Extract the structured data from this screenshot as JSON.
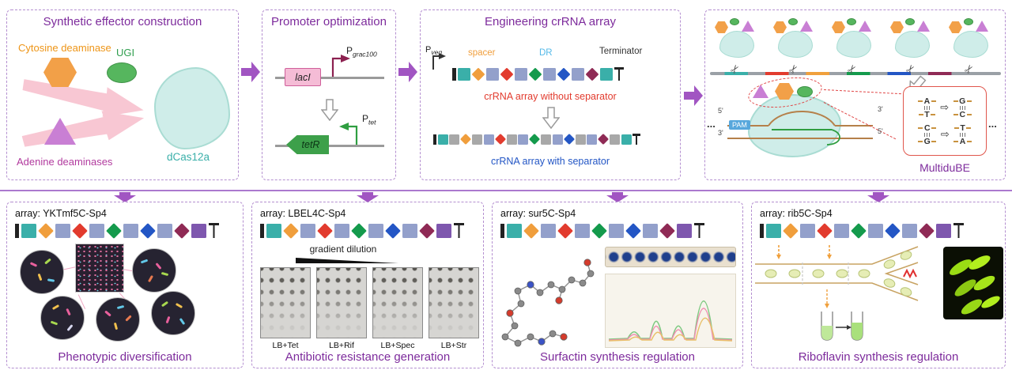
{
  "colors": {
    "teal": "#3aafa9",
    "slate": "#93a0cb",
    "gray": "#a8a8a8",
    "orange": "#f09e3c",
    "red": "#e23b2e",
    "green": "#149a4c",
    "blue": "#2356c5",
    "maroon": "#8f2a55",
    "purple": "#7e57ae"
  },
  "glyphs": {
    "scissors": "✂",
    "arrow_right": "⇨",
    "dots": "..."
  },
  "top": {
    "effector": {
      "title": "Synthetic effector construction",
      "cytosine": "Cytosine deaminase",
      "ugi": "UGI",
      "adenine": "Adenine deaminases",
      "dcas12a": "dCas12a"
    },
    "promoter": {
      "title": "Promoter optimization",
      "p1_base": "P",
      "p1_sub": "grac100",
      "gene1": "lacI",
      "p2_base": "P",
      "p2_sub": "tet",
      "gene2": "tetR"
    },
    "crrna": {
      "title": "Engineering crRNA array",
      "pveg_base": "P",
      "pveg_sub": "veg",
      "spacer": "spacer",
      "dr": "DR",
      "terminator": "Terminator",
      "without_label": "crRNA array without separator",
      "with_label": "crRNA array with separator",
      "array_without": [
        "cap",
        "sq:teal",
        "dm:orange",
        "sq:slate",
        "dm:red",
        "sq:slate",
        "dm:green",
        "sq:slate",
        "dm:blue",
        "sq:slate",
        "dm:maroon",
        "sq:teal",
        "term"
      ],
      "array_with": [
        "cap",
        "sq:teal",
        "sq:gray",
        "dm:orange",
        "sq:gray",
        "sq:slate",
        "dm:red",
        "sq:gray",
        "sq:slate",
        "dm:green",
        "sq:gray",
        "sq:slate",
        "dm:blue",
        "sq:gray",
        "sq:slate",
        "dm:maroon",
        "sq:gray",
        "sq:teal",
        "term"
      ]
    },
    "multidube": {
      "label": "MultiduBE",
      "pam": "PAM",
      "five": "5'",
      "three": "3'",
      "conversions": [
        {
          "a": "A",
          "b": "T",
          "c": "G",
          "d": "C"
        },
        {
          "a": "C",
          "b": "G",
          "c": "T",
          "d": "A"
        }
      ]
    }
  },
  "bottom": {
    "array_tokens": [
      "cap",
      "sq:teal",
      "dm:orange",
      "sq:slate",
      "dm:red",
      "sq:slate",
      "dm:green",
      "sq:slate",
      "dm:blue",
      "sq:slate",
      "dm:maroon",
      "sq:purple",
      "term"
    ],
    "phenotype": {
      "array_label": "array: YKTmf5C-Sp4",
      "title": "Phenotypic diversification"
    },
    "antibiotic": {
      "array_label": "array: LBEL4C-Sp4",
      "gradient": "gradient dilution",
      "plates": [
        "LB+Tet",
        "LB+Rif",
        "LB+Spec",
        "LB+Str"
      ],
      "title": "Antibiotic resistance generation"
    },
    "surfactin": {
      "array_label": "array: sur5C-Sp4",
      "title": "Surfactin synthesis regulation"
    },
    "riboflavin": {
      "array_label": "array: rib5C-Sp4",
      "title": "Riboflavin synthesis regulation"
    }
  }
}
